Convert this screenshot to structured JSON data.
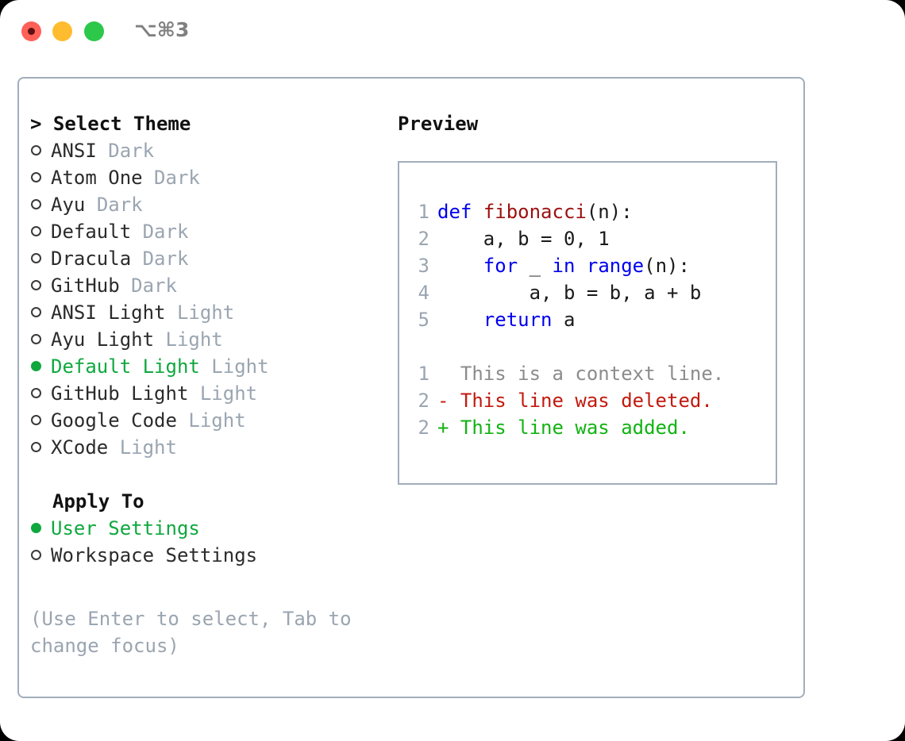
{
  "window": {
    "title_shortcut": "⌥⌘3",
    "traffic_lights": {
      "close": "close-button",
      "minimize": "minimize-button",
      "maximize": "maximize-button"
    }
  },
  "colors": {
    "accent_green": "#0fa83f",
    "border": "#a2adbb",
    "muted": "#9aa5b1",
    "keyword_blue": "#0000ee",
    "function_red": "#9b1111",
    "diff_deleted": "#c21a0f",
    "diff_added": "#12b312",
    "diff_context": "#8c8c8c",
    "traffic_red": "#ff6058",
    "traffic_yellow": "#febc2e",
    "traffic_green": "#2bc84a"
  },
  "theme_picker": {
    "prompt": "> ",
    "title": "Select Theme",
    "items": [
      {
        "marker": "○",
        "selected": false,
        "name": "ANSI",
        "mode": "Dark"
      },
      {
        "marker": "○",
        "selected": false,
        "name": "Atom One",
        "mode": "Dark"
      },
      {
        "marker": "○",
        "selected": false,
        "name": "Ayu",
        "mode": "Dark"
      },
      {
        "marker": "○",
        "selected": false,
        "name": "Default",
        "mode": "Dark"
      },
      {
        "marker": "○",
        "selected": false,
        "name": "Dracula",
        "mode": "Dark"
      },
      {
        "marker": "○",
        "selected": false,
        "name": "GitHub",
        "mode": "Dark"
      },
      {
        "marker": "○",
        "selected": false,
        "name": "ANSI Light",
        "mode": "Light"
      },
      {
        "marker": "○",
        "selected": false,
        "name": "Ayu Light",
        "mode": "Light"
      },
      {
        "marker": "●",
        "selected": true,
        "name": "Default Light",
        "mode": "Light"
      },
      {
        "marker": "○",
        "selected": false,
        "name": "GitHub Light",
        "mode": "Light"
      },
      {
        "marker": "○",
        "selected": false,
        "name": "Google Code",
        "mode": "Light"
      },
      {
        "marker": "○",
        "selected": false,
        "name": "XCode",
        "mode": "Light"
      }
    ]
  },
  "apply_to": {
    "title": "Apply To",
    "items": [
      {
        "marker": "●",
        "selected": true,
        "name": "User Settings"
      },
      {
        "marker": "○",
        "selected": false,
        "name": "Workspace Settings"
      }
    ]
  },
  "hint": "(Use Enter to select, Tab to change focus)",
  "preview": {
    "title": "Preview",
    "code_lines": [
      {
        "no": "1",
        "tokens": [
          {
            "t": "def",
            "c": "kw"
          },
          {
            "t": " ",
            "c": "plain"
          },
          {
            "t": "fibonacci",
            "c": "fn"
          },
          {
            "t": "(n):",
            "c": "plain"
          }
        ]
      },
      {
        "no": "2",
        "tokens": [
          {
            "t": "    a, b = 0, 1",
            "c": "plain"
          }
        ]
      },
      {
        "no": "3",
        "tokens": [
          {
            "t": "    ",
            "c": "plain"
          },
          {
            "t": "for",
            "c": "kw"
          },
          {
            "t": " _ ",
            "c": "plain"
          },
          {
            "t": "in",
            "c": "kw"
          },
          {
            "t": " ",
            "c": "plain"
          },
          {
            "t": "range",
            "c": "kw"
          },
          {
            "t": "(n):",
            "c": "plain"
          }
        ]
      },
      {
        "no": "4",
        "tokens": [
          {
            "t": "        a, b = b, a + b",
            "c": "plain"
          }
        ]
      },
      {
        "no": "5",
        "tokens": [
          {
            "t": "    ",
            "c": "plain"
          },
          {
            "t": "return",
            "c": "kw"
          },
          {
            "t": " a",
            "c": "plain"
          }
        ]
      }
    ],
    "diff_lines": [
      {
        "no": "1",
        "kind": "context",
        "sign": "  ",
        "text": "This is a context line."
      },
      {
        "no": "2",
        "kind": "deleted",
        "sign": "- ",
        "text": "This line was deleted."
      },
      {
        "no": "2",
        "kind": "added",
        "sign": "+ ",
        "text": "This line was added."
      }
    ]
  }
}
